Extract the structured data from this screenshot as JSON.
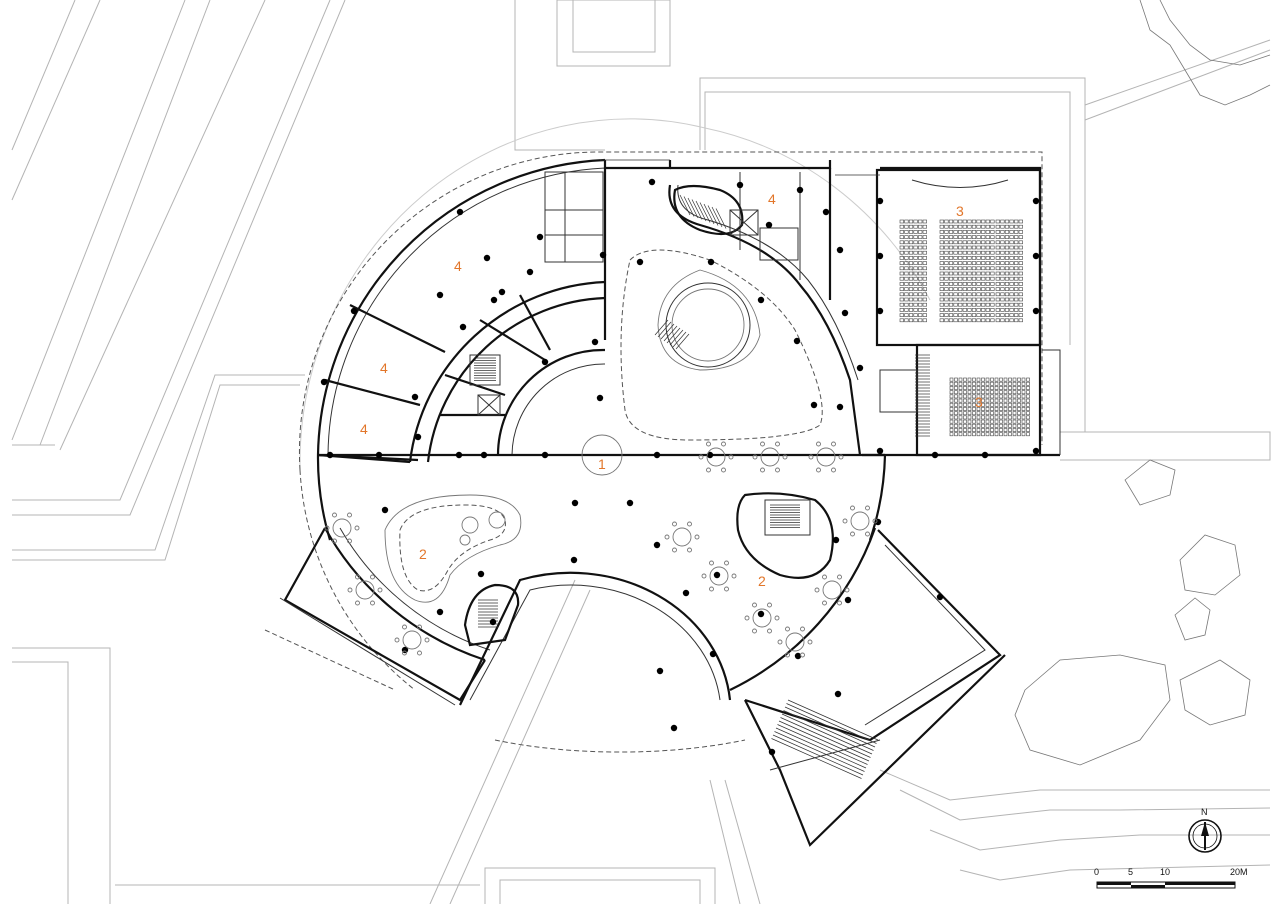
{
  "room_numbers": [
    {
      "id": "hall",
      "label": "1"
    },
    {
      "id": "exhibit_west",
      "label": "2"
    },
    {
      "id": "exhibit_east",
      "label": "2"
    },
    {
      "id": "auditorium_large",
      "label": "3"
    },
    {
      "id": "auditorium_small",
      "label": "3"
    },
    {
      "id": "office_north",
      "label": "4"
    },
    {
      "id": "office_ne",
      "label": "4"
    },
    {
      "id": "office_west",
      "label": "4"
    },
    {
      "id": "office_sw",
      "label": "4"
    }
  ],
  "north_arrow": {
    "label": "N",
    "icon": "north-arrow-icon"
  },
  "scale_bar": {
    "labels": [
      "0",
      "5",
      "10",
      "20M"
    ]
  },
  "colors": {
    "room_label": "#e2762a",
    "walls": "#111111",
    "site": "#b4b4b4"
  }
}
